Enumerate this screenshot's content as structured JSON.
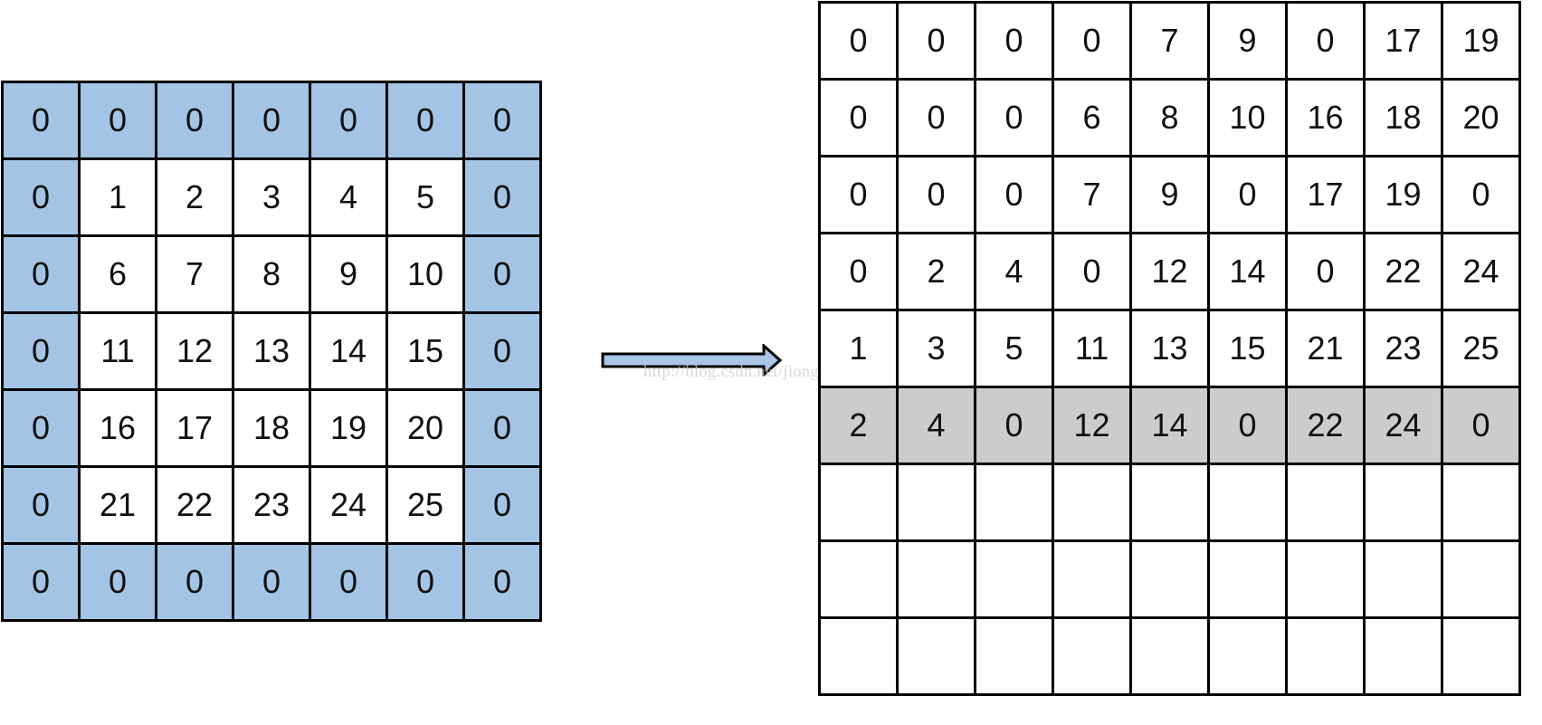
{
  "colors": {
    "padding_fill": "#a3c4e4",
    "highlight_row_fill": "#cccccc",
    "arrow_fill": "#a8c6e6",
    "cell_fill": "#ffffff",
    "border": "#000000"
  },
  "input_grid": {
    "padding_width": 1,
    "rows": [
      [
        "0",
        "0",
        "0",
        "0",
        "0",
        "0",
        "0"
      ],
      [
        "0",
        "1",
        "2",
        "3",
        "4",
        "5",
        "0"
      ],
      [
        "0",
        "6",
        "7",
        "8",
        "9",
        "10",
        "0"
      ],
      [
        "0",
        "11",
        "12",
        "13",
        "14",
        "15",
        "0"
      ],
      [
        "0",
        "16",
        "17",
        "18",
        "19",
        "20",
        "0"
      ],
      [
        "0",
        "21",
        "22",
        "23",
        "24",
        "25",
        "0"
      ],
      [
        "0",
        "0",
        "0",
        "0",
        "0",
        "0",
        "0"
      ]
    ]
  },
  "output_grid": {
    "highlighted_row": 5,
    "rows": [
      [
        "0",
        "0",
        "0",
        "0",
        "7",
        "9",
        "0",
        "17",
        "19"
      ],
      [
        "0",
        "0",
        "0",
        "6",
        "8",
        "10",
        "16",
        "18",
        "20"
      ],
      [
        "0",
        "0",
        "0",
        "7",
        "9",
        "0",
        "17",
        "19",
        "0"
      ],
      [
        "0",
        "2",
        "4",
        "0",
        "12",
        "14",
        "0",
        "22",
        "24"
      ],
      [
        "1",
        "3",
        "5",
        "11",
        "13",
        "15",
        "21",
        "23",
        "25"
      ],
      [
        "2",
        "4",
        "0",
        "12",
        "14",
        "0",
        "22",
        "24",
        "0"
      ],
      [
        "",
        "",
        "",
        "",
        "",
        "",
        "",
        "",
        ""
      ],
      [
        "",
        "",
        "",
        "",
        "",
        "",
        "",
        "",
        ""
      ],
      [
        "",
        "",
        "",
        "",
        "",
        "",
        "",
        "",
        ""
      ]
    ]
  },
  "arrow_icon": "right-arrow-icon",
  "watermark": "http://blog.csdn.net/jiongnima"
}
